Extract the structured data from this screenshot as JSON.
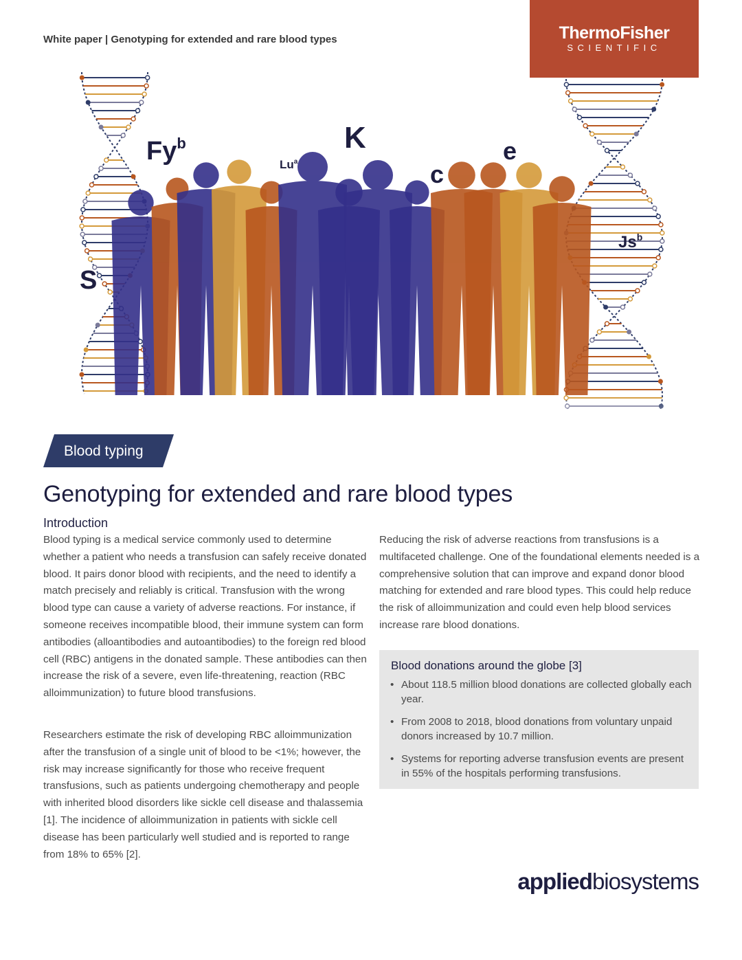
{
  "header": {
    "title": "White paper | Genotyping for extended and rare blood types"
  },
  "logo": {
    "line1": "ThermoFisher",
    "line2": "SCIENTIFIC",
    "color": "#b54a30"
  },
  "hero": {
    "labels": [
      {
        "base": "Fy",
        "sup": "b"
      },
      {
        "base": "Lu",
        "sup": "a"
      },
      {
        "base": "K",
        "sup": ""
      },
      {
        "base": "c",
        "sup": ""
      },
      {
        "base": "e",
        "sup": ""
      },
      {
        "base": "Js",
        "sup": "b"
      },
      {
        "base": "S",
        "sup": ""
      }
    ],
    "colors": {
      "indigo": "#34308a",
      "orange": "#b8571f",
      "gold": "#d49a3a",
      "dna": "#2e3c68"
    }
  },
  "tag": {
    "label": "Blood typing",
    "color": "#2e3c68"
  },
  "title": "Genotyping for extended and rare blood types",
  "intro": {
    "heading": "Introduction",
    "p1": "Blood typing is a medical service commonly used to determine whether a patient who needs a transfusion can safely receive donated blood. It pairs donor blood with recipients, and the need to identify a match precisely and reliably is critical. Transfusion with the wrong blood type can cause a variety of adverse reactions. For instance, if someone receives incompatible blood, their immune system can form antibodies (alloantibodies and autoantibodies) to the foreign red blood cell (RBC) antigens in the donated sample. These antibodies can then increase the risk of a severe, even life-threatening, reaction (RBC alloimmunization) to future blood transfusions.",
    "p2": "Researchers estimate the risk of developing RBC alloimmunization after the transfusion of a single unit of blood to be <1%; however, the risk may increase significantly for those who receive frequent transfusions, such as patients undergoing chemotherapy and people with inherited blood disorders like sickle cell disease and thalassemia [1]. The incidence of alloimmunization in patients with sickle cell disease has been particularly well studied and is reported to range from 18% to 65% [2].",
    "p3": "Reducing the risk of adverse reactions from transfusions is a multifaceted challenge. One of the foundational elements needed is a comprehensive solution that can improve and expand donor blood matching for extended and rare blood types. This could help reduce the risk of alloimmunization and could even help blood services increase rare blood donations."
  },
  "sidebar_box": {
    "heading": "Blood donations around the globe [3]",
    "items": [
      "About 118.5 million blood donations are collected globally each year.",
      "From 2008 to 2018, blood donations from voluntary unpaid donors increased by 10.7 million.",
      "Systems for reporting adverse transfusion events are present in 55% of the hospitals performing transfusions."
    ]
  },
  "brand": {
    "part1": "applied",
    "part2": "biosystems"
  }
}
